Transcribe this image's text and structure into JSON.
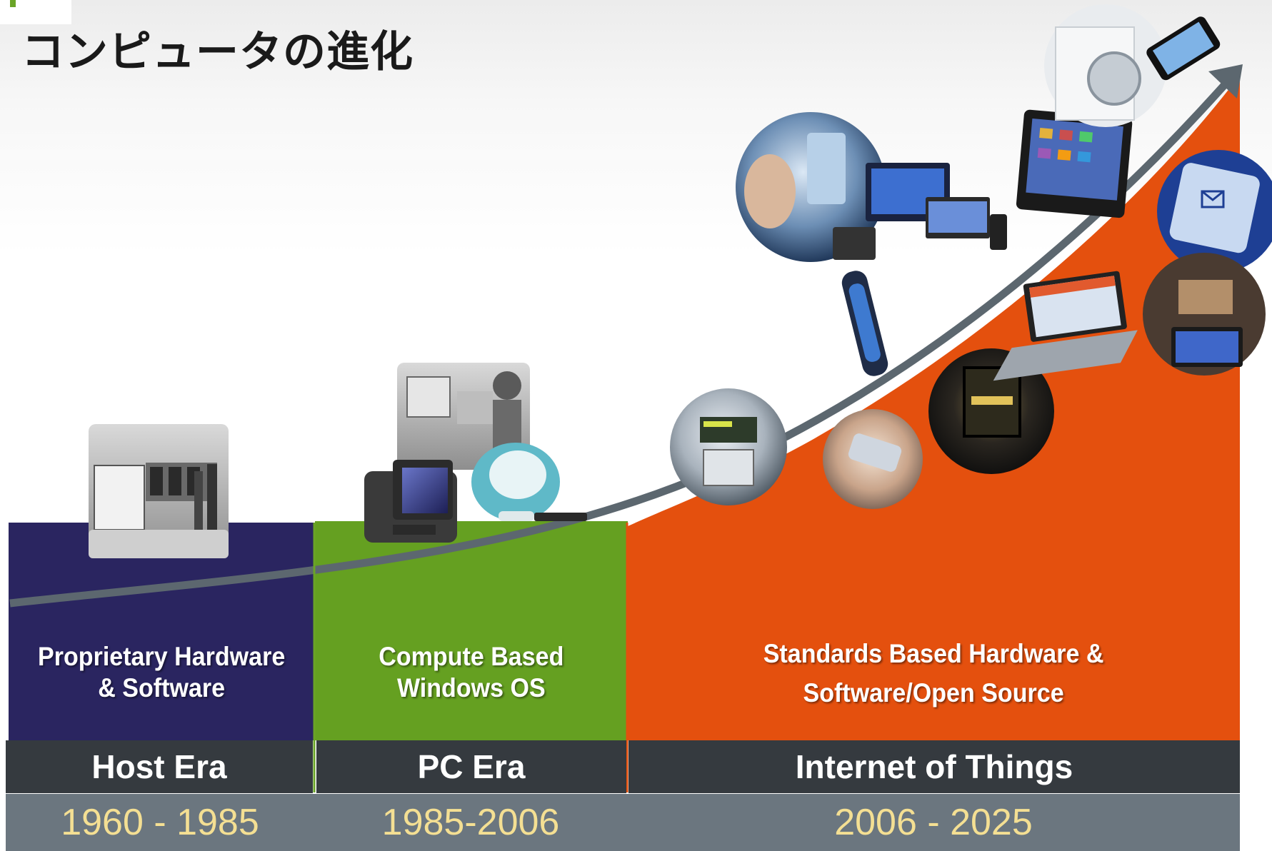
{
  "title": "コンピュータの進化",
  "colors": {
    "host": "#2a2560",
    "pc": "#65a021",
    "iot": "#e4500e",
    "arrow": "#5c676f",
    "name_band": "#353a3f",
    "year_band": "#6b767f",
    "year_text": "#f4df93"
  },
  "eras": [
    {
      "id": "host",
      "description": "Proprietary Hardware\n& Software",
      "name": "Host Era",
      "years": "1960 - 1985",
      "images": [
        "mainframe-room-photo"
      ]
    },
    {
      "id": "pc",
      "description": "Compute Based\nWindows OS",
      "name": "PC Era",
      "years": "1985-2006",
      "images": [
        "office-computers-photo",
        "crt-monitor-photo",
        "imac-photo"
      ]
    },
    {
      "id": "iot",
      "description": "Standards Based Hardware &\nSoftware/Open Source",
      "name": "Internet of Things",
      "years": "2006 - 2025",
      "images": [
        "smart-meter-photo",
        "handheld-device-photo",
        "remote-control-photo",
        "car-display-photo",
        "laptop-photo",
        "devices-collage-photo",
        "tablet-photo",
        "washer-phone-photo",
        "message-screen-photo",
        "tablet-hand-photo"
      ]
    }
  ]
}
